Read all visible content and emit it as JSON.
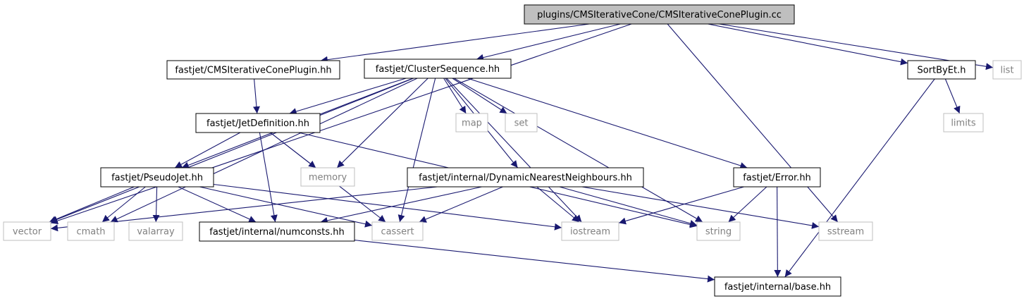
{
  "diagram": {
    "nodes": [
      {
        "id": "root",
        "label": "plugins/CMSIterativeCone/CMSIterativeConePlugin.cc",
        "style": "root"
      },
      {
        "id": "cmsplugin",
        "label": "fastjet/CMSIterativeConePlugin.hh",
        "style": "normal"
      },
      {
        "id": "clusterseq",
        "label": "fastjet/ClusterSequence.hh",
        "style": "normal"
      },
      {
        "id": "sortbyet",
        "label": "SortByEt.h",
        "style": "normal"
      },
      {
        "id": "list",
        "label": "list",
        "style": "grey"
      },
      {
        "id": "jetdef",
        "label": "fastjet/JetDefinition.hh",
        "style": "normal"
      },
      {
        "id": "map",
        "label": "map",
        "style": "grey"
      },
      {
        "id": "set",
        "label": "set",
        "style": "grey"
      },
      {
        "id": "limits",
        "label": "limits",
        "style": "grey"
      },
      {
        "id": "pseudojet",
        "label": "fastjet/PseudoJet.hh",
        "style": "normal"
      },
      {
        "id": "memory",
        "label": "memory",
        "style": "grey"
      },
      {
        "id": "dnn",
        "label": "fastjet/internal/DynamicNearestNeighbours.hh",
        "style": "normal"
      },
      {
        "id": "error",
        "label": "fastjet/Error.hh",
        "style": "normal"
      },
      {
        "id": "vector",
        "label": "vector",
        "style": "grey"
      },
      {
        "id": "cmath",
        "label": "cmath",
        "style": "grey"
      },
      {
        "id": "valarray",
        "label": "valarray",
        "style": "grey"
      },
      {
        "id": "numconsts",
        "label": "fastjet/internal/numconsts.hh",
        "style": "normal"
      },
      {
        "id": "cassert",
        "label": "cassert",
        "style": "grey"
      },
      {
        "id": "iostream",
        "label": "iostream",
        "style": "grey"
      },
      {
        "id": "string",
        "label": "string",
        "style": "grey"
      },
      {
        "id": "sstream",
        "label": "sstream",
        "style": "grey"
      },
      {
        "id": "base",
        "label": "fastjet/internal/base.hh",
        "style": "normal"
      }
    ],
    "edges": [
      [
        "root",
        "vector"
      ],
      [
        "root",
        "cmsplugin"
      ],
      [
        "root",
        "clusterseq"
      ],
      [
        "root",
        "sortbyet"
      ],
      [
        "root",
        "list"
      ],
      [
        "root",
        "sstream"
      ],
      [
        "cmsplugin",
        "jetdef"
      ],
      [
        "clusterseq",
        "jetdef"
      ],
      [
        "clusterseq",
        "pseudojet"
      ],
      [
        "clusterseq",
        "vector"
      ],
      [
        "clusterseq",
        "cmath"
      ],
      [
        "clusterseq",
        "memory"
      ],
      [
        "clusterseq",
        "map"
      ],
      [
        "clusterseq",
        "set"
      ],
      [
        "clusterseq",
        "cassert"
      ],
      [
        "clusterseq",
        "dnn"
      ],
      [
        "clusterseq",
        "iostream"
      ],
      [
        "clusterseq",
        "error"
      ],
      [
        "clusterseq",
        "string"
      ],
      [
        "sortbyet",
        "limits"
      ],
      [
        "sortbyet",
        "base"
      ],
      [
        "jetdef",
        "pseudojet"
      ],
      [
        "jetdef",
        "memory"
      ],
      [
        "jetdef",
        "numconsts"
      ],
      [
        "jetdef",
        "cassert"
      ],
      [
        "jetdef",
        "string"
      ],
      [
        "pseudojet",
        "vector"
      ],
      [
        "pseudojet",
        "cmath"
      ],
      [
        "pseudojet",
        "valarray"
      ],
      [
        "pseudojet",
        "numconsts"
      ],
      [
        "pseudojet",
        "cassert"
      ],
      [
        "pseudojet",
        "iostream"
      ],
      [
        "dnn",
        "vector"
      ],
      [
        "dnn",
        "numconsts"
      ],
      [
        "dnn",
        "cassert"
      ],
      [
        "dnn",
        "iostream"
      ],
      [
        "dnn",
        "string"
      ],
      [
        "dnn",
        "sstream"
      ],
      [
        "error",
        "iostream"
      ],
      [
        "error",
        "string"
      ],
      [
        "error",
        "base"
      ],
      [
        "numconsts",
        "base"
      ]
    ],
    "colors": {
      "edge": "#191970",
      "node_border": "#000000",
      "grey_border": "#bfbfbf",
      "grey_text": "#808080",
      "root_fill": "#bfbfbf",
      "text": "#000000"
    }
  }
}
